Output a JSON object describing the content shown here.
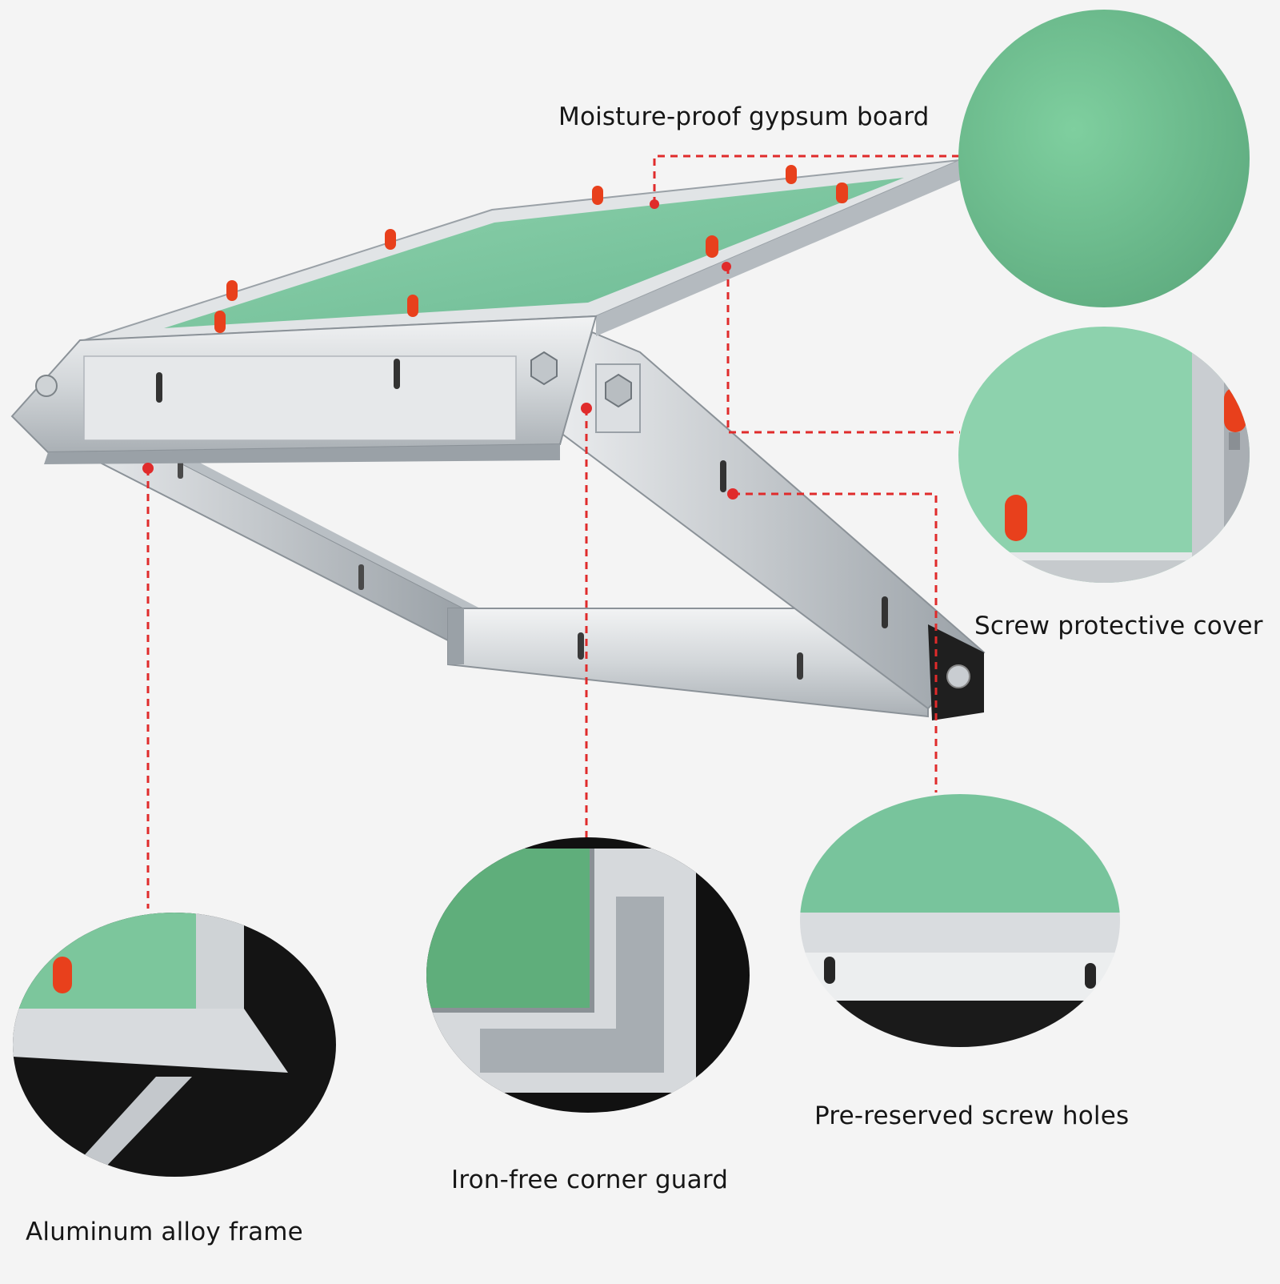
{
  "colors": {
    "background": "#f4f4f4",
    "board_green": "#7fc9a3",
    "frame_aluminum": "#cfd3d6",
    "screw_cap_red": "#e8401c",
    "leader_line_red": "#e02b2b",
    "label_text": "#161616"
  },
  "callouts": {
    "moisture_board": "Moisture-proof gypsum board",
    "screw_cover": "Screw protective cover",
    "screw_holes": "Pre-reserved screw holes",
    "corner_guard": "Iron-free corner guard",
    "alloy_frame": "Aluminum alloy frame"
  }
}
